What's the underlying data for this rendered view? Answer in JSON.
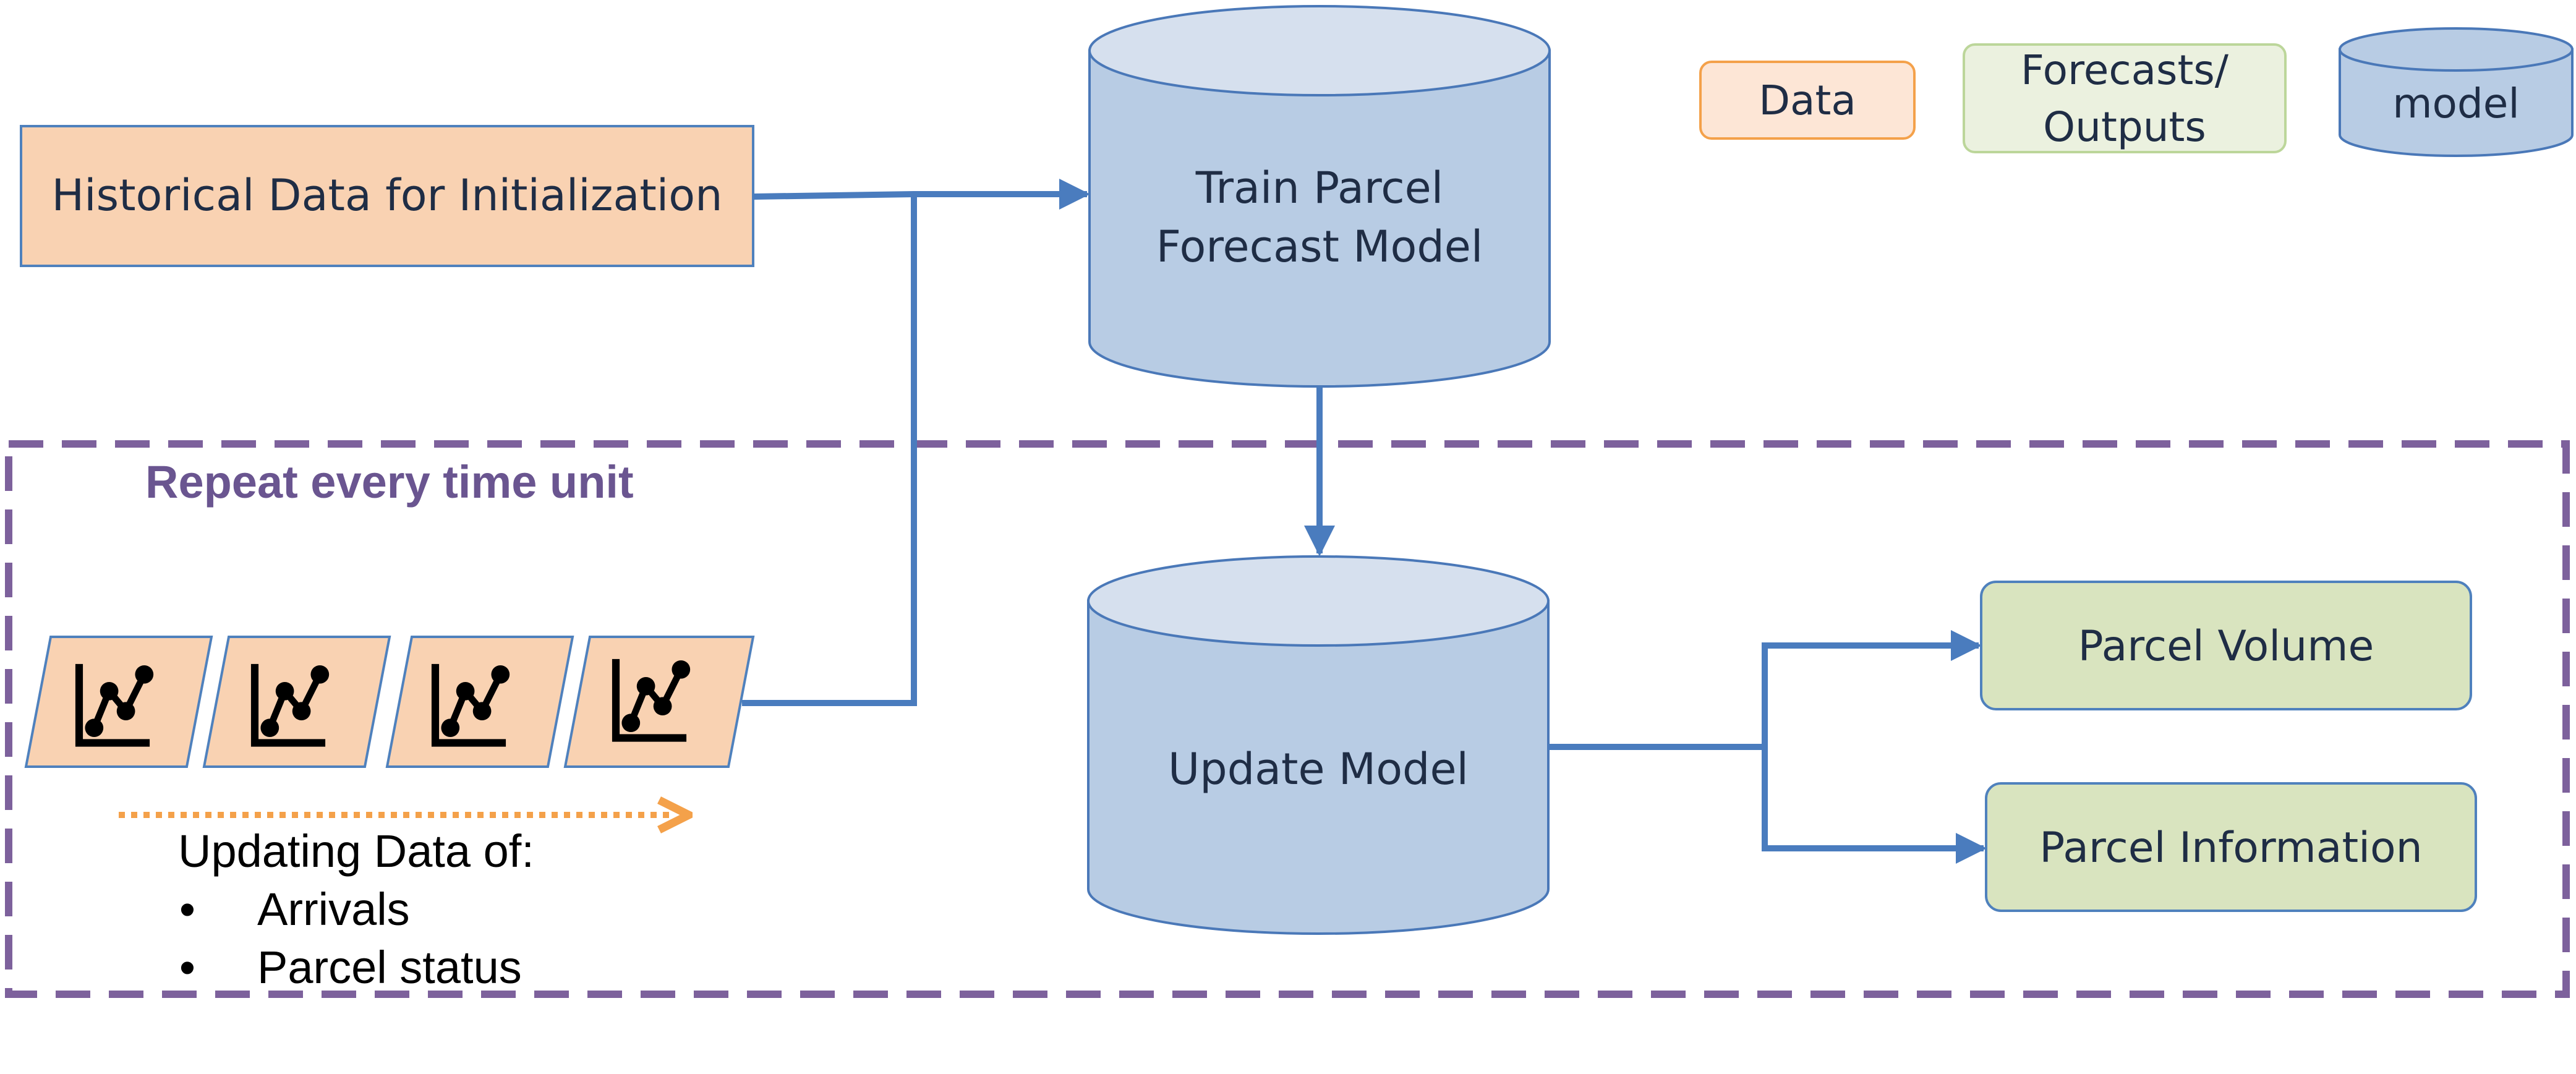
{
  "colors": {
    "data_fill": "#f9d2b2",
    "data_stroke": "#4f81bd",
    "output_fill": "#d9e4bf",
    "output_stroke": "#4f81bd",
    "model_fill": "#b8cce4",
    "model_top": "#d6e0ee",
    "model_stroke": "#4a78b8",
    "connector": "#4a7cbe",
    "loop_border": "#7d619c",
    "loop_title": "#6a5590",
    "progress_arrow": "#f4a14a",
    "legend_data_fill": "#fde6d6",
    "legend_data_stroke": "#f4a14a",
    "legend_output_fill": "#ebf1df",
    "legend_output_stroke": "#bcd69a"
  },
  "legend": {
    "data_label": "Data",
    "outputs_label_line1": "Forecasts/",
    "outputs_label_line2": "Outputs",
    "model_label": "model"
  },
  "historical_data": {
    "label": "Historical Data for Initialization"
  },
  "train_model": {
    "line1": "Train Parcel",
    "line2": "Forecast Model"
  },
  "update_model": {
    "label": "Update Model"
  },
  "loop": {
    "title": "Repeat every time unit"
  },
  "updating_data": {
    "heading": "Updating Data of:",
    "bullet": "•",
    "items": [
      "Arrivals",
      "Parcel status"
    ]
  },
  "data_snapshot_icons": [
    "chart-icon",
    "chart-icon",
    "chart-icon",
    "chart-icon"
  ],
  "outputs": {
    "parcel_volume": "Parcel Volume",
    "parcel_information": "Parcel Information"
  }
}
